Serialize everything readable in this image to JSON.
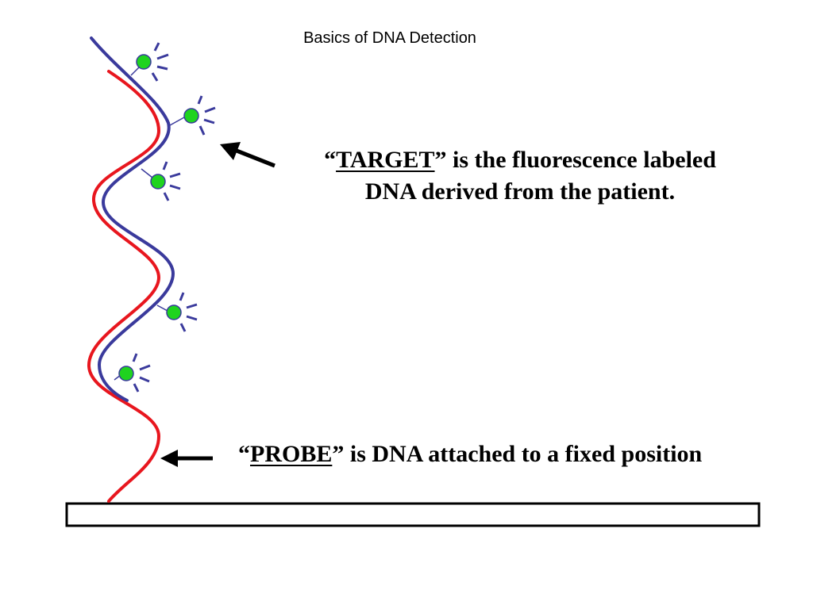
{
  "title": "Basics of DNA Detection",
  "target_callout": {
    "open_quote": "“",
    "term": "TARGET",
    "line1_rest": "” is the fluorescence labeled",
    "line2": "DNA derived from the patient."
  },
  "probe_callout": {
    "open_quote": "“",
    "term": "PROBE",
    "rest": "” is DNA attached to a fixed position"
  },
  "colors": {
    "target_strand": "#3a3a9c",
    "probe_strand": "#e8161e",
    "fluorophore": "#1fd31f",
    "emission_rays": "#3a3a9c",
    "arrow": "#000000",
    "substrate_border": "#000000"
  }
}
